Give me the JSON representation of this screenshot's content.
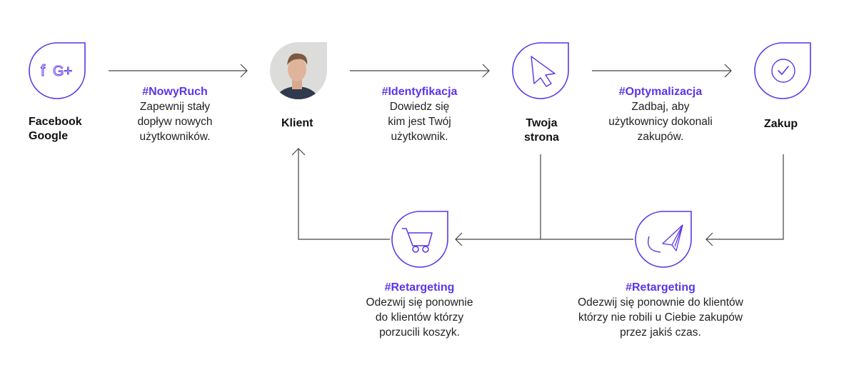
{
  "colors": {
    "accent": "#5b35e8",
    "line": "#444444",
    "text": "#111111"
  },
  "nodes": [
    {
      "id": "source",
      "icon": "facebook-google-plus-icon",
      "label": "Facebook\nGoogle"
    },
    {
      "id": "client",
      "icon": "client-photo",
      "label": "Klient"
    },
    {
      "id": "website",
      "icon": "cursor-arrow-icon",
      "label": "Twoja\nstrona"
    },
    {
      "id": "purchase",
      "icon": "checkmark-circle-icon",
      "label": "Zakup"
    },
    {
      "id": "cart-retargeting",
      "icon": "shopping-cart-icon",
      "label": ""
    },
    {
      "id": "mail-retargeting",
      "icon": "paper-plane-icon",
      "label": ""
    }
  ],
  "steps": [
    {
      "tag": "#NowyRuch",
      "desc": "Zapewnij stały\ndopływ nowych\nużytkowników."
    },
    {
      "tag": "#Identyfikacja",
      "desc": "Dowiedz się\nkim jest Twój\nużytkownik."
    },
    {
      "tag": "#Optymalizacja",
      "desc": "Zadbaj, aby\nużytkownicy dokonali\nzakupów."
    },
    {
      "tag": "#Retargeting",
      "desc": "Odezwij się ponownie\ndo klientów którzy\nporzucili koszyk."
    },
    {
      "tag": "#Retargeting",
      "desc": "Odezwij się ponownie do klientów\nktórzy nie robili u Ciebie zakupów\nprzez jakiś czas."
    }
  ],
  "labels": {
    "source": "Facebook\nGoogle",
    "client": "Klient",
    "website": "Twoja\nstrona",
    "purchase": "Zakup"
  }
}
